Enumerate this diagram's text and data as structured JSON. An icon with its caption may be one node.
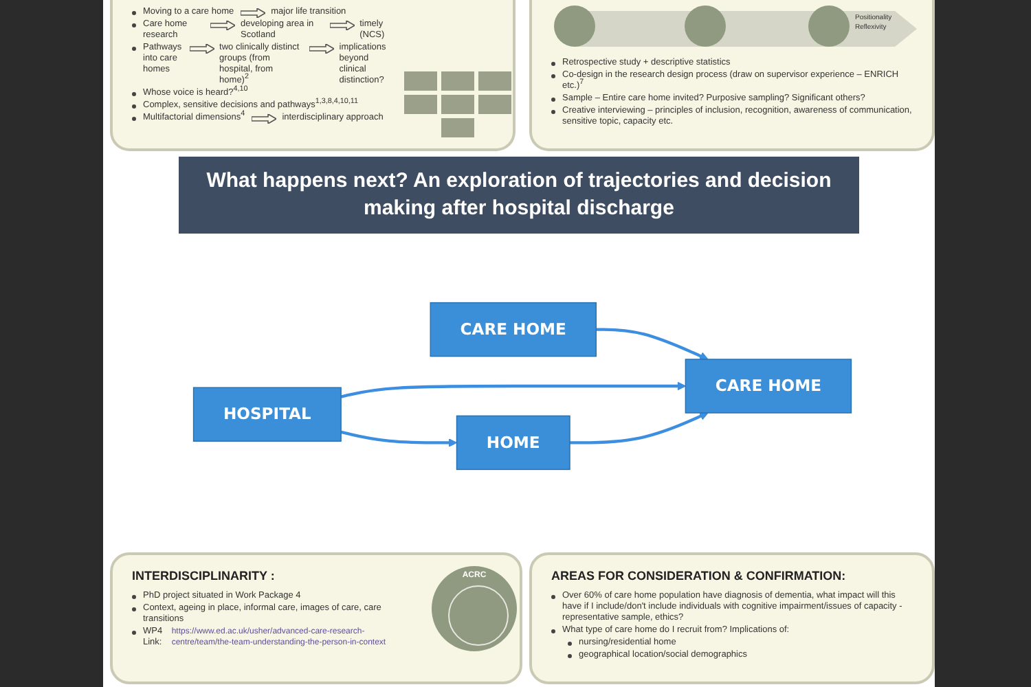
{
  "diagram": {
    "title": "What happens next? An exploration of trajectories and decision making after hospital discharge",
    "nodes": [
      {
        "text": [
          "HOSPITAL"
        ]
      },
      {
        "text": [
          "CARE HOME"
        ]
      },
      {
        "text": [
          "CARE HOME"
        ]
      },
      {
        "text": [
          "HOME"
        ]
      }
    ],
    "edges": [
      {
        "from": 1,
        "to": 2,
        "arrow": "to"
      },
      {
        "from": 0,
        "to": 2,
        "arrow": "to"
      },
      {
        "from": 0,
        "to": 3,
        "arrow": "to"
      },
      {
        "from": 3,
        "to": 2,
        "arrow": "to"
      }
    ],
    "labels": [
      "Moving to a care home",
      "major life transition",
      "Care home research",
      "developing area in Scotland",
      "timely (NCS)",
      "Pathways into care homes",
      "two clinically distinct groups (from hospital, from home)$^{2}$",
      "implications beyond clinical distinction?",
      "Whose voice is heard?$^{4,10}$",
      "Complex, sensitive decisions and pathways$^{1,3,8,4,10,11}$",
      "Multifactorial dimensions$^{4}$",
      "interdisciplinary approach",
      "Positionality",
      "Reflexivity",
      "Retrospective study + descriptive statistics",
      "Co-design in the research design process (draw on supervisor experience – ENRICH etc.)$^{7}$",
      "Sample – Entire care home invited? Purposive sampling? Significant others?",
      "Creative interviewing – principles of inclusion, recognition, awareness of communication, sensitive topic, capacity etc.",
      "INTERDISCIPLINARITY :",
      "PhD project situated in Work Package 4",
      "Context, ageing in place, informal care, images of care, care transitions",
      "WP4 Link:",
      "https://www.ed.ac.uk/usher/advanced-care-research-centre/team/the-team-understanding-the-person-in-context",
      "ACRC",
      "AREAS FOR CONSIDERATION & CONFIRMATION:",
      "Over 60% of care home population have diagnosis of dementia, what impact will this have if I include/don't include individuals with cognitive impairment/issues of capacity -  representative sample, ethics?",
      "What type of care home do I recruit from? Implications of:",
      "nursing/residential home",
      "geographical location/social demographics"
    ]
  }
}
